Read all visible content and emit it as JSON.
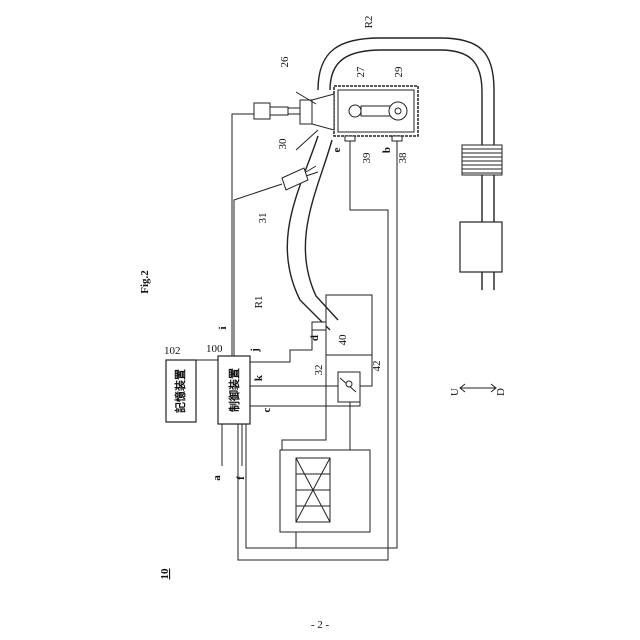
{
  "figure": {
    "title": "Fig.2",
    "page_number": "- 2 -",
    "system_ref": "10",
    "direction_up": "U",
    "direction_down": "D"
  },
  "boxes": {
    "storage_ref": "102",
    "storage_label": "記憶装置",
    "controller_ref": "100",
    "controller_label": "制御装置"
  },
  "components": {
    "r2": "R2",
    "r1": "R1",
    "c26": "26",
    "c27": "27",
    "c29": "29",
    "c30": "30",
    "c31": "31",
    "c32": "32",
    "c38": "38",
    "c39": "39",
    "c40": "40",
    "c42": "42"
  },
  "signals": {
    "a": "a",
    "b": "b",
    "c": "c",
    "d": "d",
    "e": "e",
    "f": "f",
    "i": "i",
    "j": "j",
    "k": "k"
  }
}
